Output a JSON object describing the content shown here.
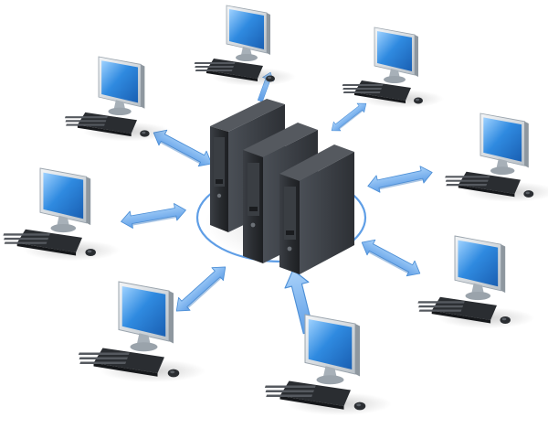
{
  "scene": {
    "server_count": 3,
    "workstation_count": 8,
    "connection_count": 8,
    "colors": {
      "background": "#ffffff",
      "screen_blue": "#1e7ad6",
      "screen_light": "#7fc0ff",
      "monitor_frame": "#cfd6dc",
      "server_body": "#2a2d31",
      "server_panel": "#3a3e43",
      "arrow_fill": "#76b4ef",
      "arrow_stroke": "#4d8fd6",
      "ring": "#5f9ee6"
    },
    "icons": [
      "server-tower-icon",
      "monitor-icon",
      "keyboard-icon",
      "mouse-icon",
      "double-arrow-icon"
    ]
  }
}
